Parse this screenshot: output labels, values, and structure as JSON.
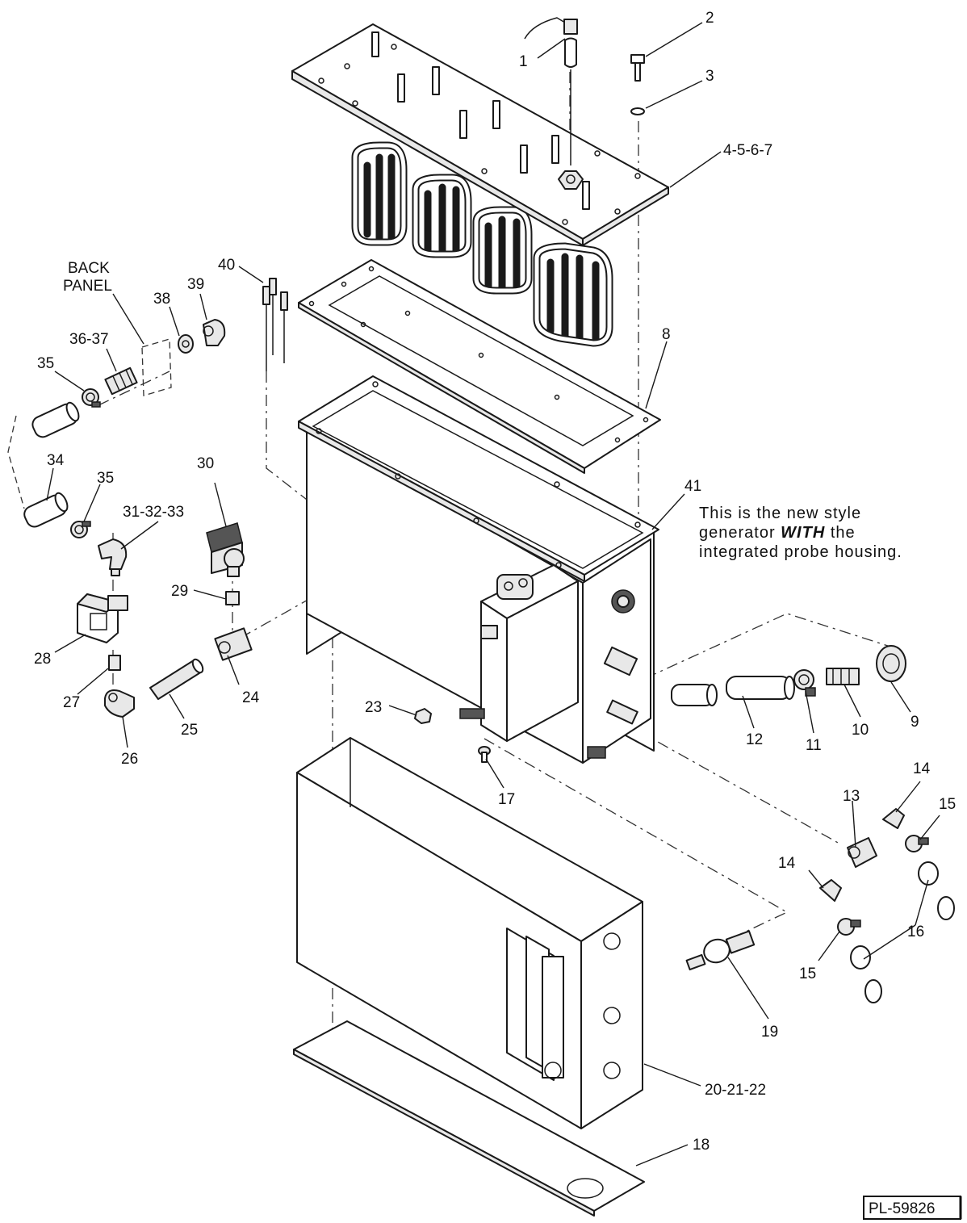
{
  "diagram": {
    "drawing_number": "PL-59826",
    "note": {
      "line1": "This is the new style",
      "line2_pre": "generator ",
      "line2_emph": "WITH",
      "line2_post": " the",
      "line3": "integrated probe housing."
    },
    "back_panel_label": [
      "BACK",
      "PANEL"
    ],
    "callouts": {
      "c1": "1",
      "c2": "2",
      "c3": "3",
      "c4": "4-5-6-7",
      "c8": "8",
      "c9": "9",
      "c10": "10",
      "c11": "11",
      "c12": "12",
      "c13": "13",
      "c14a": "14",
      "c14b": "14",
      "c15a": "15",
      "c15b": "15",
      "c16": "16",
      "c17": "17",
      "c18": "18",
      "c19": "19",
      "c20": "20-21-22",
      "c23": "23",
      "c24": "24",
      "c25": "25",
      "c26": "26",
      "c27": "27",
      "c28": "28",
      "c29": "29",
      "c30": "30",
      "c31": "31-32-33",
      "c34": "34",
      "c35a": "35",
      "c35b": "35",
      "c36": "36-37",
      "c38": "38",
      "c39": "39",
      "c40": "40",
      "c41": "41"
    }
  }
}
